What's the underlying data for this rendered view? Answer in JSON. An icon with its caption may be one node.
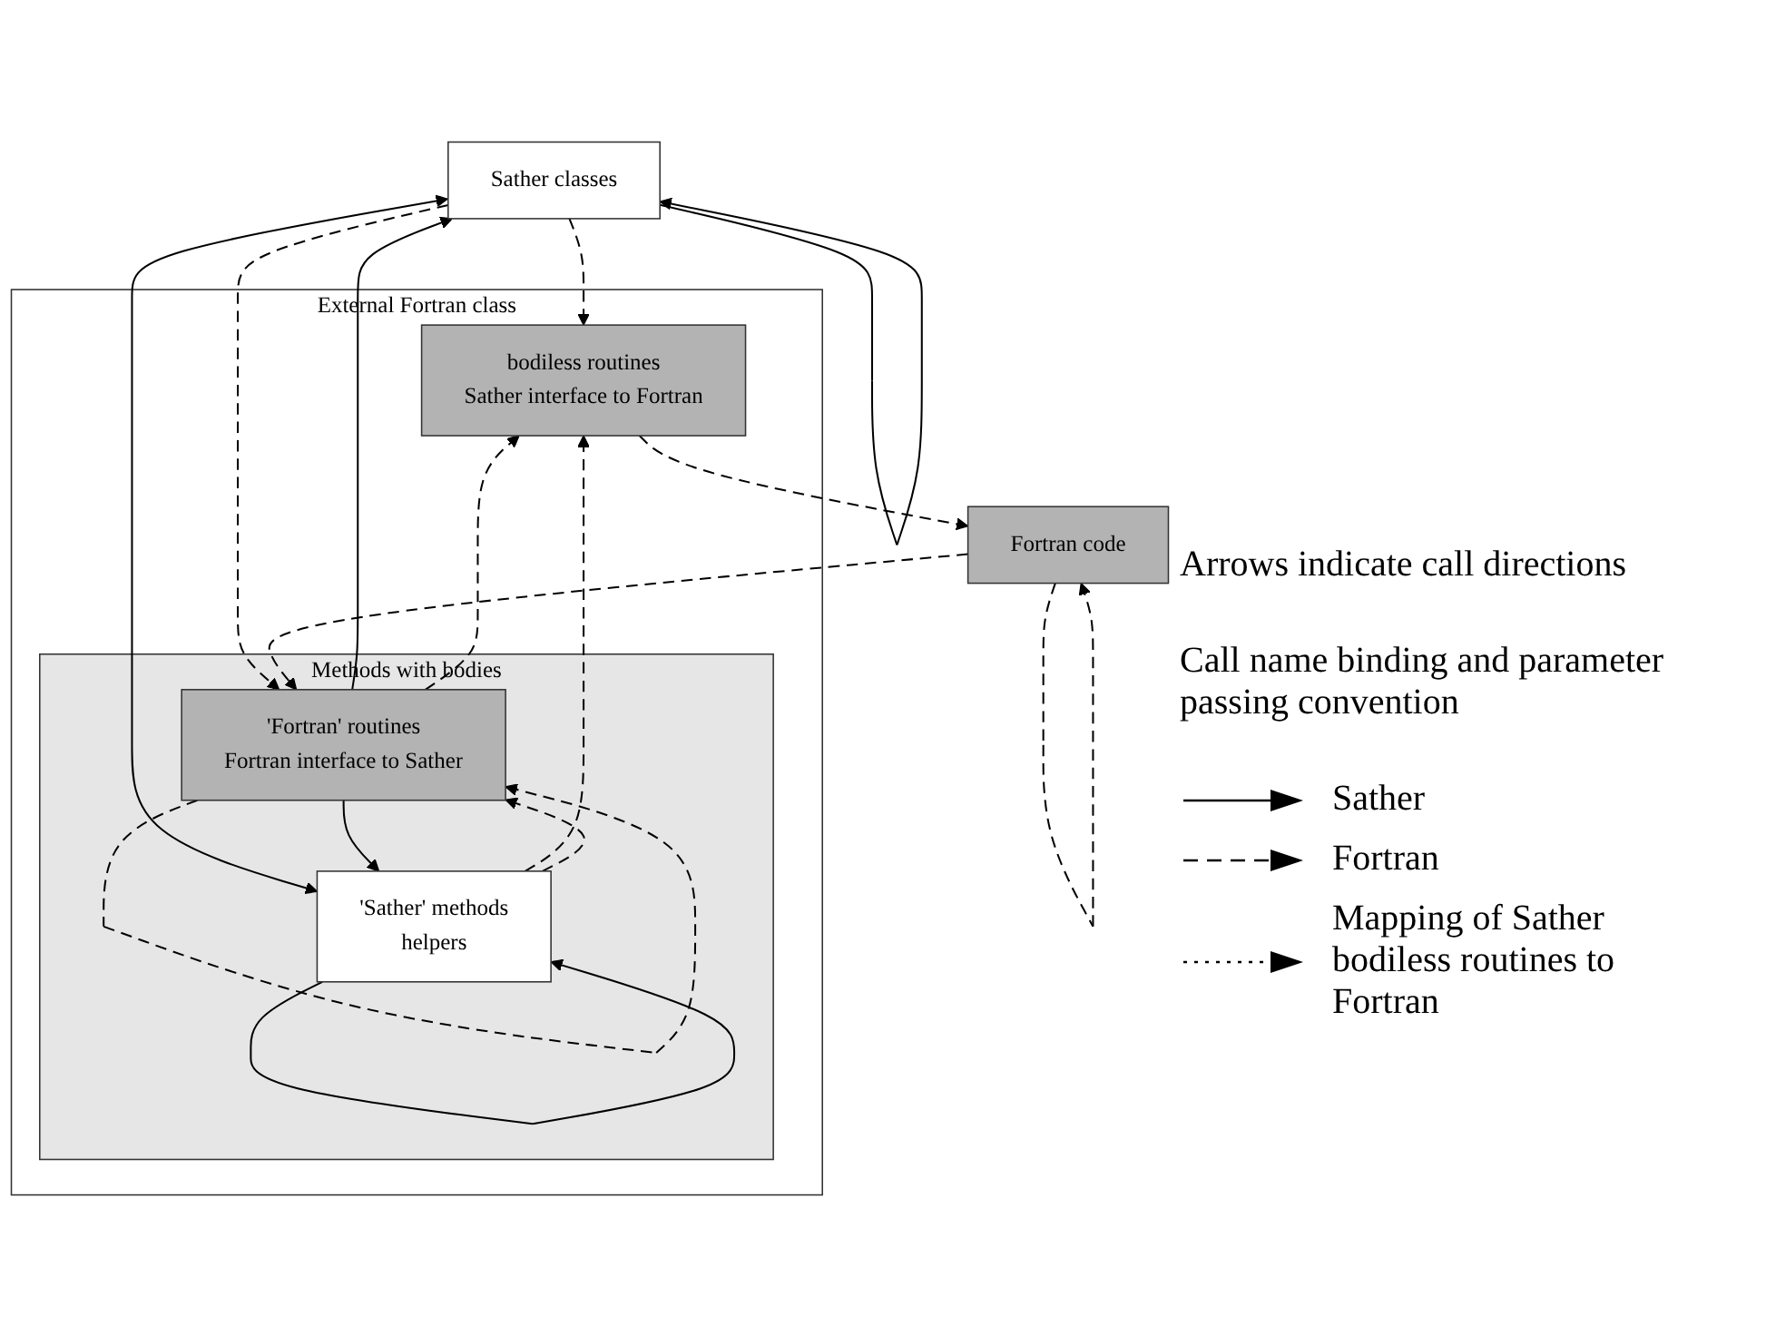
{
  "diagram": {
    "nodes": [
      {
        "text": [
          "Sather classes"
        ]
      },
      {
        "text": [
          "External Fortran class"
        ]
      },
      {
        "text": [
          "bodiless routines",
          "Sather interface to Fortran"
        ],
        "in": 1
      },
      {
        "text": [
          "Methods with bodies"
        ],
        "in": 1
      },
      {
        "text": [
          "'Sather' methods",
          "helpers"
        ],
        "in": 3
      },
      {
        "text": [
          "'Fortran' routines",
          "Fortran interface to Sather"
        ],
        "in": 3
      },
      {
        "text": [
          "Fortran code"
        ]
      }
    ],
    "edges": [
      {
        "from": 0,
        "to": 2,
        "arrow": "to",
        "style": "dashed"
      },
      {
        "from": 0,
        "to": 0,
        "arrow": "to"
      },
      {
        "from": 5,
        "to": 0,
        "arrow": "to"
      },
      {
        "from": 0,
        "to": 5,
        "arrow": "to",
        "style": "dashed"
      },
      {
        "from": 0,
        "to": 4,
        "arrow": "both"
      },
      {
        "from": 4,
        "to": 4,
        "arrow": "to"
      },
      {
        "from": 5,
        "to": 4,
        "arrow": "to"
      },
      {
        "from": 4,
        "to": 2,
        "arrow": "to",
        "style": "dashed"
      },
      {
        "from": 5,
        "to": 2,
        "arrow": "to",
        "style": "dashed"
      },
      {
        "from": 4,
        "to": 5,
        "arrow": "to",
        "style": "dashed"
      },
      {
        "from": 6,
        "to": 5,
        "arrow": "to",
        "style": "dashed"
      },
      {
        "from": 5,
        "to": 5,
        "arrow": "to",
        "style": "dashed"
      },
      {
        "from": 2,
        "to": 6,
        "arrow": "to",
        "style": "dashed"
      },
      {
        "from": 6,
        "to": 6,
        "arrow": "to",
        "style": "dashed"
      }
    ],
    "labels": [
      "Arrows indicate call directions",
      "Call name binding and parameter passing convention"
    ],
    "legend": [
      {
        "text": "Sather"
      },
      {
        "text": "Fortran"
      },
      {
        "text": "Mapping of Sather bodiless routines to Fortran"
      }
    ]
  }
}
